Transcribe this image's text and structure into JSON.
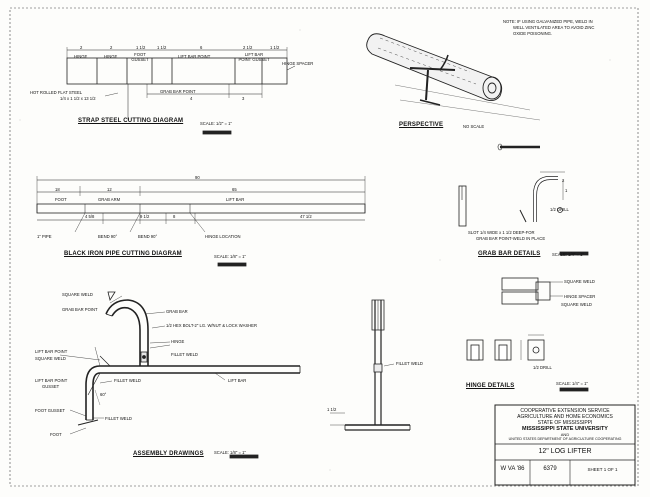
{
  "note": {
    "line1": "NOTE: IF USING GALVANIZED PIPE, WELD IN",
    "line2": "WELL VENTILATED AREA TO AVOID ZINC",
    "line3": "OXIDE POISONING."
  },
  "strap": {
    "dims": [
      "2",
      "2",
      "1 1/2",
      "1 1/2",
      "6",
      "2 1/2",
      "1 1/2"
    ],
    "segments": [
      "HINGE",
      "HINGE",
      "FOOT GUSSET",
      "LIFT BAR POINT",
      "LIFT BAR POINT GUSSET"
    ],
    "hinge_spacer": "HINGE SPACER",
    "grab_bar_point": "GRAB BAR POINT",
    "hot_rolled_1": "HOT ROLLED FLAT STEEL",
    "hot_rolled_2": "1/4 x 1 1/2 x 13 1/2",
    "d4": "4",
    "d3": "3",
    "title": "STRAP STEEL CUTTING DIAGRAM",
    "scale": "SCALE: 1/2\" = 1\""
  },
  "perspective": {
    "title": "PERSPECTIVE",
    "scale": "NO SCALE"
  },
  "pipe": {
    "total": "90",
    "d18": "18",
    "d12": "12",
    "d65": "65",
    "foot": "FOOT",
    "grab_arm": "GRAB ARM",
    "lift_bar": "LIFT BAR",
    "d4_5": "4 5/8",
    "d9_5": "9 1/2",
    "d8": "8",
    "d47": "47 1/2",
    "one_inch_pipe": "1\" PIPE",
    "bend1": "BEND 90°",
    "bend2": "BEND 90°",
    "hinge_location": "HINGE LOCATION",
    "title": "BLACK IRON PIPE CUTTING DIAGRAM",
    "scale": "SCALE: 1/8\" = 1\""
  },
  "grab_detail": {
    "d2": "2",
    "d1": "1",
    "drill": "1/2 DRILL",
    "slot1": "SLOT 1/4 WIDE x 1 1/2 DEEP-FOR",
    "slot2": "GRAB BAR POINT-WELD IN PLACE",
    "title": "GRAB BAR DETAILS",
    "scale": "SCALE: 1/4\" = 1\""
  },
  "hinge_detail": {
    "square_weld": "SQUARE WELD",
    "hinge_spacer": "HINGE SPACER",
    "square_weld2": "SQUARE WELD",
    "drill": "1/2 DRILL",
    "title": "HINGE DETAILS",
    "scale": "SCALE: 1/4\" = 1\""
  },
  "assembly": {
    "square_weld": "SQUARE WELD",
    "grab_bar_point": "GRAB BAR POINT",
    "grab_bar": "GRAB BAR",
    "bolt": "1/2 HEX BOLT-2\" LG. W/NUT & LOCK WASHER",
    "hinge": "HINGE",
    "fillet_weld": "FILLET WELD",
    "lift_bar_point": "LIFT BAR POINT",
    "square_weld2": "SQUARE WELD",
    "fillet_weld2": "FILLET WELD",
    "lift_bar": "LIFT BAR",
    "lbp_gusset1": "LIFT BAR POINT",
    "lbp_gusset2": "GUSSET",
    "foot_gusset": "FOOT GUSSET",
    "fillet_weld3": "FILLET WELD",
    "foot": "FOOT",
    "angle": "60°",
    "title": "ASSEMBLY DRAWINGS",
    "scale": "SCALE: 1/8\" = 1\""
  },
  "side_view": {
    "fillet_weld": "FILLET WELD",
    "dim": "1 1/2"
  },
  "title_block": {
    "line1": "COOPERATIVE EXTENSION SERVICE",
    "line2": "AGRICULTURE AND HOME ECONOMICS",
    "line3": "STATE OF MISSISSIPPI",
    "line4": "MISSISSIPPI STATE UNIVERSITY",
    "line5": "AND",
    "line6": "UNITED STATES DEPARTMENT OF AGRICULTURE COOPERATING",
    "project": "12\" LOG LIFTER",
    "drawn": "W VA '86",
    "number": "6379",
    "sheet": "SHEET 1 OF 1"
  }
}
